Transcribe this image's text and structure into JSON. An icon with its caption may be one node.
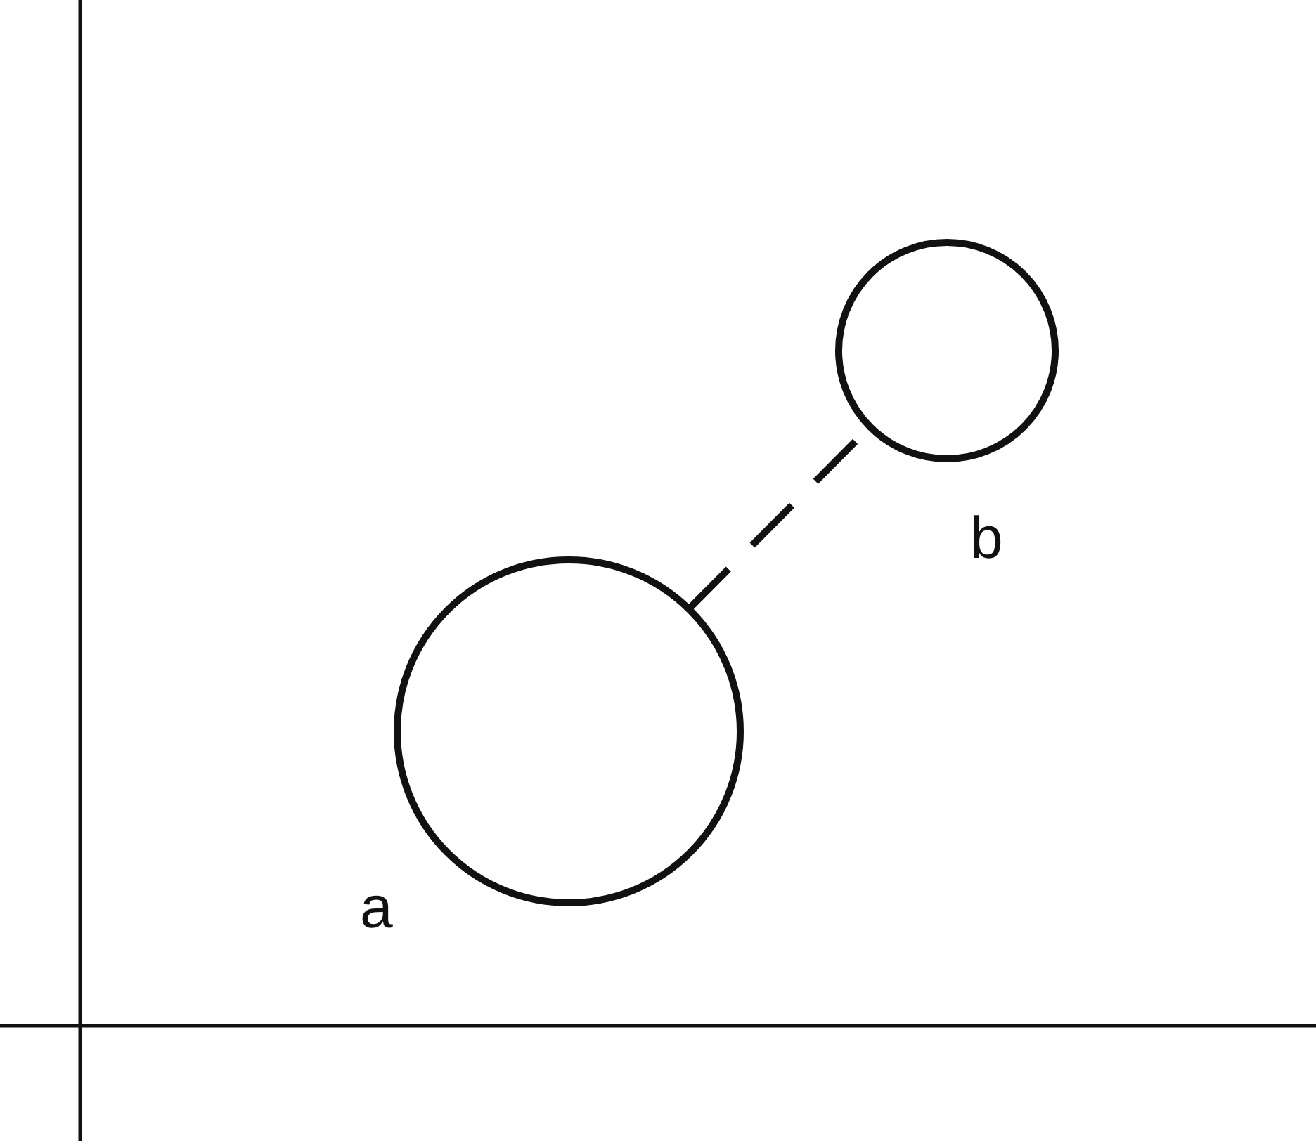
{
  "diagram": {
    "nodes": [
      {
        "text": [],
        "shape": "circle",
        "beside": [
          "a"
        ]
      },
      {
        "text": [],
        "shape": "circle",
        "beside": [
          "b"
        ]
      }
    ],
    "edges": [
      {
        "from": 0,
        "to": 1,
        "arrow": "none",
        "style": "dashed"
      }
    ]
  }
}
